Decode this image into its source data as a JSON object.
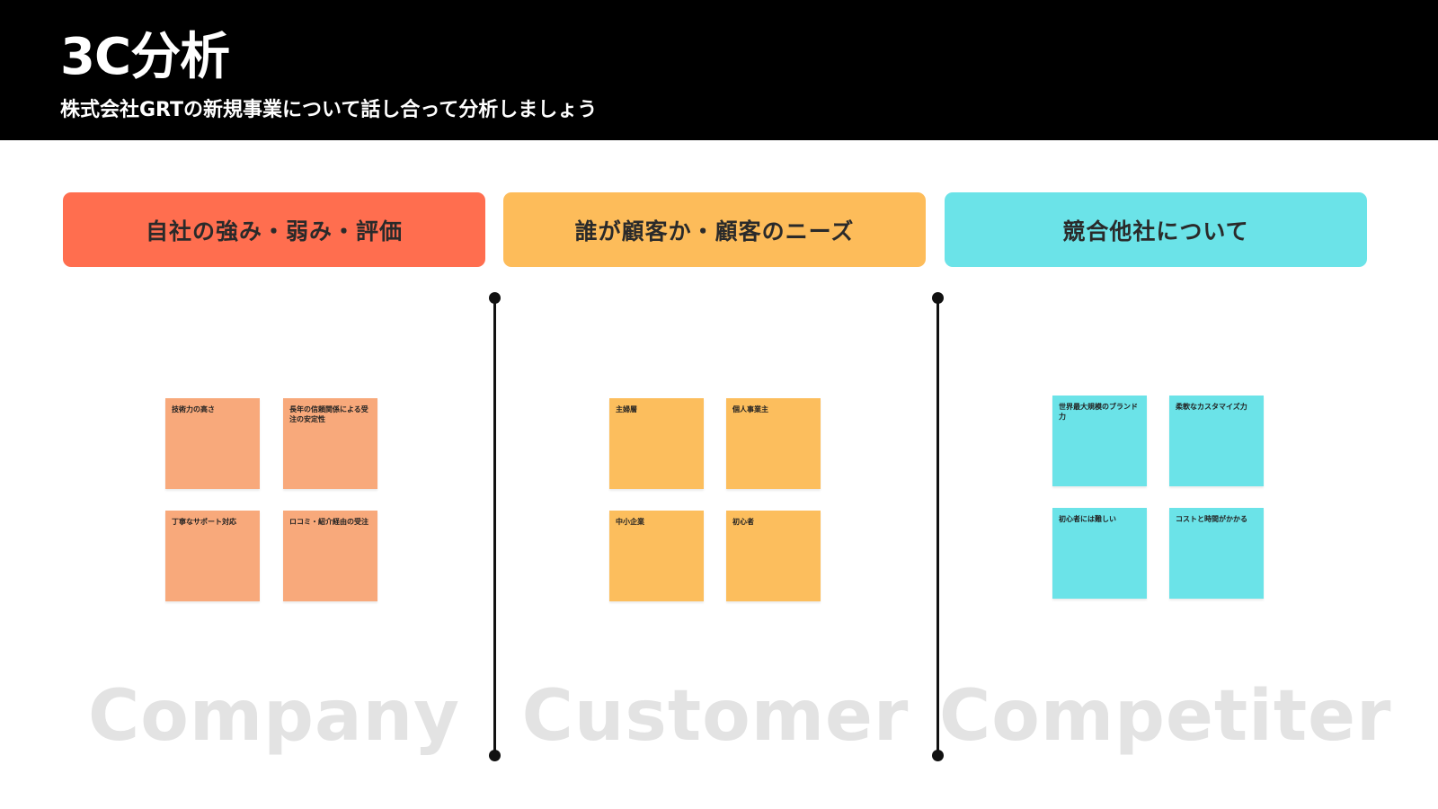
{
  "header": {
    "title": "3C分析",
    "subtitle": "株式会社GRTの新規事業について話し合って分析しましょう"
  },
  "columns": [
    {
      "header": "自社の強み・弱み・評価",
      "color": "#ff6e4f",
      "watermark": "Company",
      "notes": [
        "技術力の高さ",
        "長年の信頼関係による受注の安定性",
        "丁寧なサポート対応",
        "ロコミ・紹介経由の受注"
      ],
      "note_color": "#f8a97b"
    },
    {
      "header": "誰が顧客か・顧客のニーズ",
      "color": "#fdbc5a",
      "watermark": "Customer",
      "notes": [
        "主婦層",
        "個人事業主",
        "中小企業",
        "初心者"
      ],
      "note_color": "#fcbe5d"
    },
    {
      "header": "競合他社について",
      "color": "#6be3e8",
      "watermark": "Competiter",
      "notes": [
        "世界最大規模のブランド力",
        "柔軟なカスタマイズ力",
        "初心者には難しい",
        "コストと時間がかかる"
      ],
      "note_color": "#6be3e8"
    }
  ]
}
